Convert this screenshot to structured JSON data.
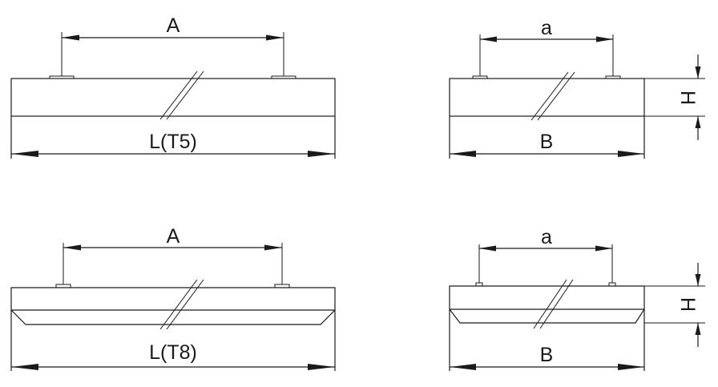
{
  "labels": {
    "top_left_mount_spacing": "A",
    "top_left_length": "L(T5)",
    "top_right_mount_spacing": "a",
    "top_right_width": "B",
    "top_right_height": "H",
    "bottom_left_mount_spacing": "A",
    "bottom_left_length": "L(T8)",
    "bottom_right_mount_spacing": "a",
    "bottom_right_width": "B",
    "bottom_right_height": "H"
  },
  "colors": {
    "line": "#1a1a1a",
    "background": "#ffffff"
  }
}
